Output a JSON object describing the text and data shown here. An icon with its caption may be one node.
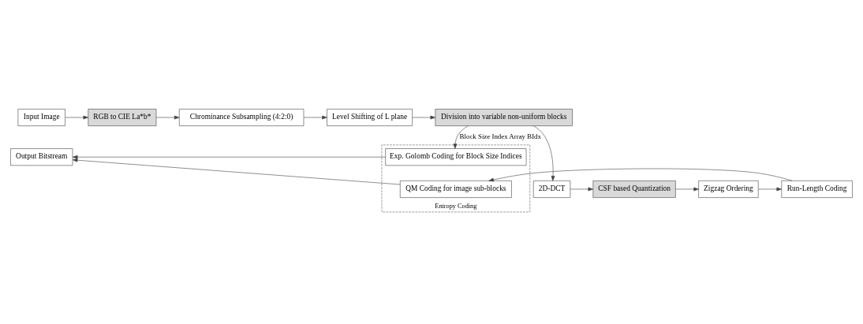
{
  "diagram": {
    "nodes": [
      {
        "text": [
          "Input Image"
        ]
      },
      {
        "text": [
          "RGB to CIE La*b*"
        ]
      },
      {
        "text": [
          "Chrominance Subsampling (4:2:0)"
        ]
      },
      {
        "text": [
          "Level Shifting of L plane"
        ]
      },
      {
        "text": [
          "Division into variable non-uniform blocks"
        ]
      },
      {
        "text": [
          "Entropy Coding"
        ]
      },
      {
        "text": [
          "Exp. Golomb Coding for Block Size Indices"
        ],
        "in": 5
      },
      {
        "text": [
          "QM Coding for image sub-blocks"
        ],
        "in": 5
      },
      {
        "text": [
          "Output Bitstream"
        ]
      },
      {
        "text": [
          "Run-Length Coding"
        ]
      },
      {
        "text": [
          "Zigzag Ordering"
        ]
      },
      {
        "text": [
          "CSF based Quantization"
        ]
      },
      {
        "text": [
          "2D-DCT"
        ]
      }
    ],
    "edges": [
      {
        "from": 0,
        "to": 1,
        "arrow": "to"
      },
      {
        "from": 1,
        "to": 2,
        "arrow": "to"
      },
      {
        "from": 2,
        "to": 3,
        "arrow": "to"
      },
      {
        "from": 3,
        "to": 4,
        "arrow": "to"
      },
      {
        "from": 4,
        "to": 6,
        "arrow": "to",
        "label": "Block Size Index Array BIdx"
      },
      {
        "from": 4,
        "to": 12,
        "arrow": "to"
      },
      {
        "from": 12,
        "to": 11,
        "arrow": "to"
      },
      {
        "from": 11,
        "to": 10,
        "arrow": "to"
      },
      {
        "from": 10,
        "to": 9,
        "arrow": "to"
      },
      {
        "from": 9,
        "to": 7,
        "arrow": "to"
      },
      {
        "from": 6,
        "to": 8,
        "arrow": "to"
      },
      {
        "from": 7,
        "to": 8,
        "arrow": "to"
      }
    ]
  }
}
